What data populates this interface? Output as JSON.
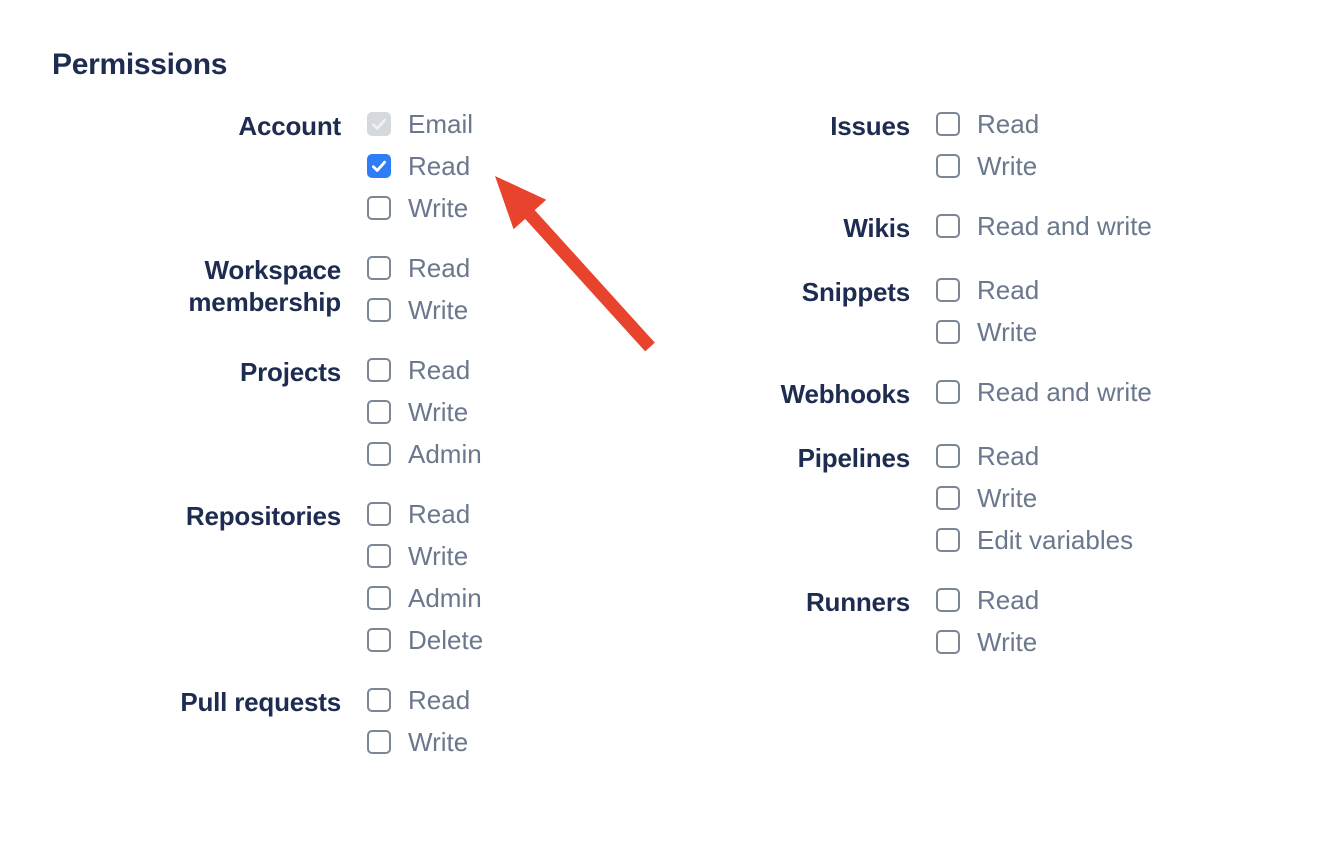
{
  "section": {
    "title": "Permissions"
  },
  "colors": {
    "heading": "#1d2c50",
    "option_text": "#6b778c",
    "checkbox_border": "#7d8694",
    "checkbox_checked_bg": "#2e7cf6",
    "checkbox_disabled_bg": "#d5d8dc",
    "arrow": "#e8432c"
  },
  "columns": [
    {
      "groups": [
        {
          "label": "Account",
          "items": [
            {
              "label": "Email",
              "state": "checked_disabled"
            },
            {
              "label": "Read",
              "state": "checked"
            },
            {
              "label": "Write",
              "state": "unchecked"
            }
          ]
        },
        {
          "label": "Workspace membership",
          "items": [
            {
              "label": "Read",
              "state": "unchecked"
            },
            {
              "label": "Write",
              "state": "unchecked"
            }
          ]
        },
        {
          "label": "Projects",
          "items": [
            {
              "label": "Read",
              "state": "unchecked"
            },
            {
              "label": "Write",
              "state": "unchecked"
            },
            {
              "label": "Admin",
              "state": "unchecked"
            }
          ]
        },
        {
          "label": "Repositories",
          "items": [
            {
              "label": "Read",
              "state": "unchecked"
            },
            {
              "label": "Write",
              "state": "unchecked"
            },
            {
              "label": "Admin",
              "state": "unchecked"
            },
            {
              "label": "Delete",
              "state": "unchecked"
            }
          ]
        },
        {
          "label": "Pull requests",
          "items": [
            {
              "label": "Read",
              "state": "unchecked"
            },
            {
              "label": "Write",
              "state": "unchecked"
            }
          ]
        }
      ]
    },
    {
      "groups": [
        {
          "label": "Issues",
          "items": [
            {
              "label": "Read",
              "state": "unchecked"
            },
            {
              "label": "Write",
              "state": "unchecked"
            }
          ]
        },
        {
          "label": "Wikis",
          "items": [
            {
              "label": "Read and write",
              "state": "unchecked"
            }
          ]
        },
        {
          "label": "Snippets",
          "items": [
            {
              "label": "Read",
              "state": "unchecked"
            },
            {
              "label": "Write",
              "state": "unchecked"
            }
          ]
        },
        {
          "label": "Webhooks",
          "items": [
            {
              "label": "Read and write",
              "state": "unchecked"
            }
          ]
        },
        {
          "label": "Pipelines",
          "items": [
            {
              "label": "Read",
              "state": "unchecked"
            },
            {
              "label": "Write",
              "state": "unchecked"
            },
            {
              "label": "Edit variables",
              "state": "unchecked"
            }
          ]
        },
        {
          "label": "Runners",
          "items": [
            {
              "label": "Read",
              "state": "unchecked"
            },
            {
              "label": "Write",
              "state": "unchecked"
            }
          ]
        }
      ]
    }
  ],
  "annotation": {
    "arrow_color": "#e8432c",
    "arrow_points_to": "checkbox-account-read"
  }
}
